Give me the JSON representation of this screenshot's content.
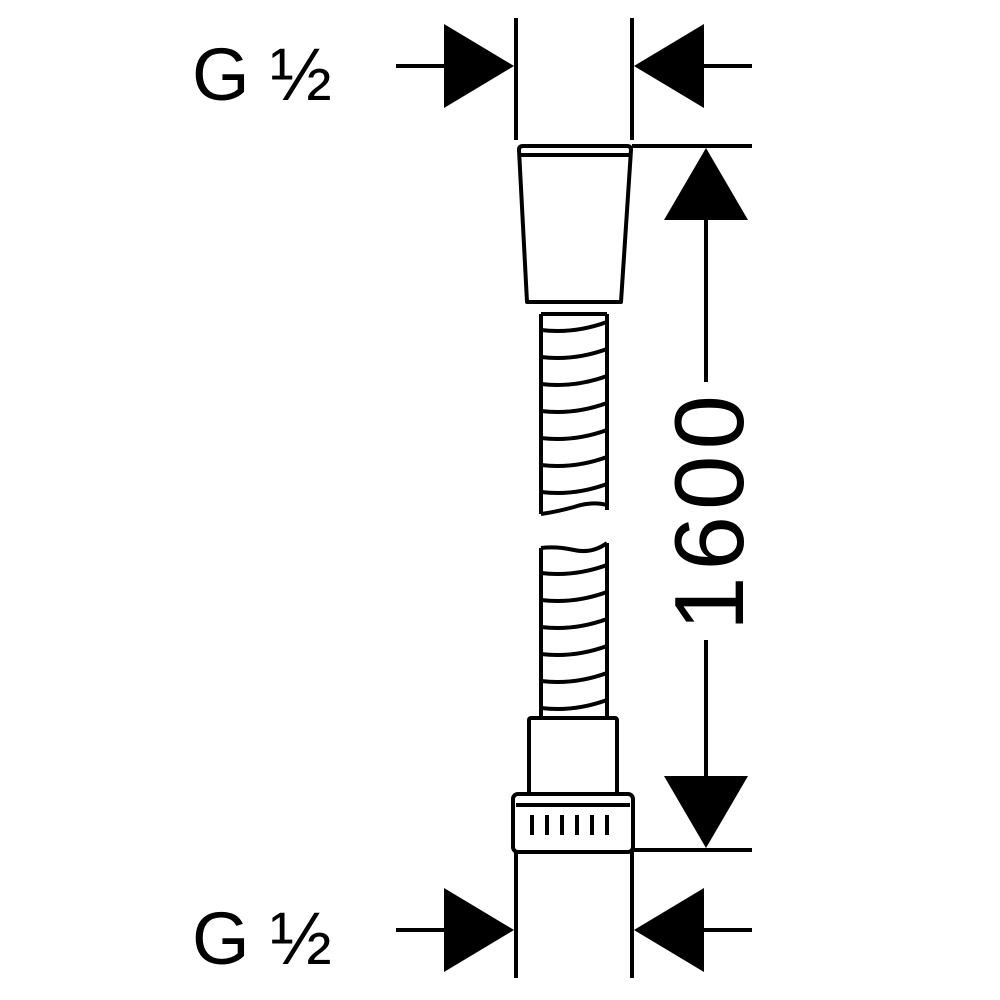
{
  "labels": {
    "top_thread": "G ½",
    "bottom_thread": "G ½",
    "length": "1600"
  },
  "colors": {
    "ink": "#000000",
    "background": "#ffffff"
  },
  "icons": {
    "dimension_arrow": "filled-triangle-arrowhead"
  }
}
